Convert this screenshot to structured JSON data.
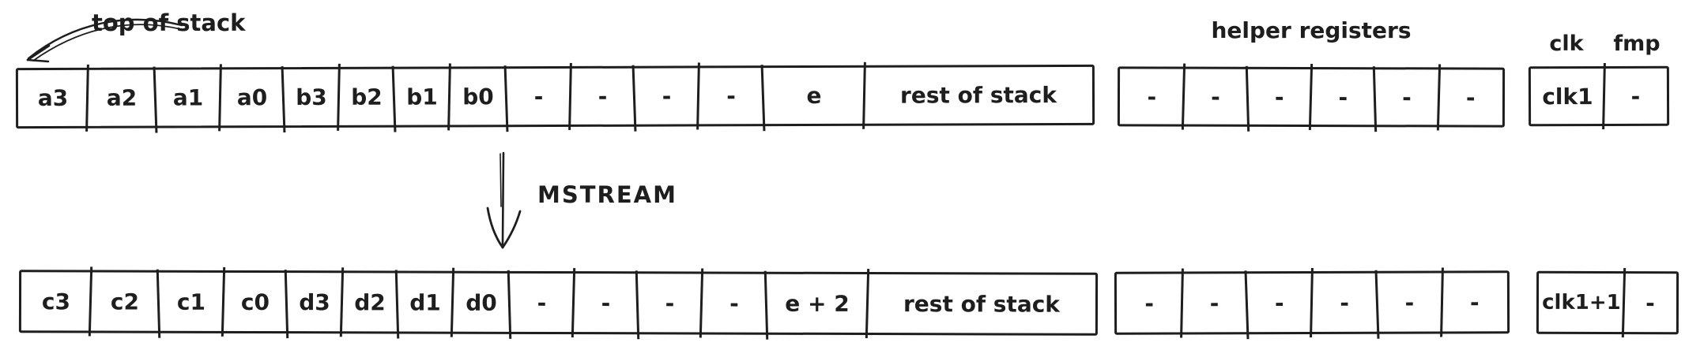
{
  "diagram": {
    "top_of_stack_label": "top of stack",
    "helper_registers_label": "helper registers",
    "clk_label": "clk",
    "fmp_label": "fmp",
    "operation_label": "MSTREAM"
  },
  "before": {
    "stack": [
      "a3",
      "a2",
      "a1",
      "a0",
      "b3",
      "b2",
      "b1",
      "b0",
      "-",
      "-",
      "-",
      "-",
      "e",
      "rest of stack"
    ],
    "helper_registers": [
      "-",
      "-",
      "-",
      "-",
      "-",
      "-"
    ],
    "clk": "clk1",
    "fmp": "-"
  },
  "after": {
    "stack": [
      "c3",
      "c2",
      "c1",
      "c0",
      "d3",
      "d2",
      "d1",
      "d0",
      "-",
      "-",
      "-",
      "-",
      "e + 2",
      "rest of stack"
    ],
    "helper_registers": [
      "-",
      "-",
      "-",
      "-",
      "-",
      "-"
    ],
    "clk": "clk1+1",
    "fmp": "-"
  },
  "colors": {
    "stroke": "#1e1e1e",
    "background": "#ffffff"
  }
}
